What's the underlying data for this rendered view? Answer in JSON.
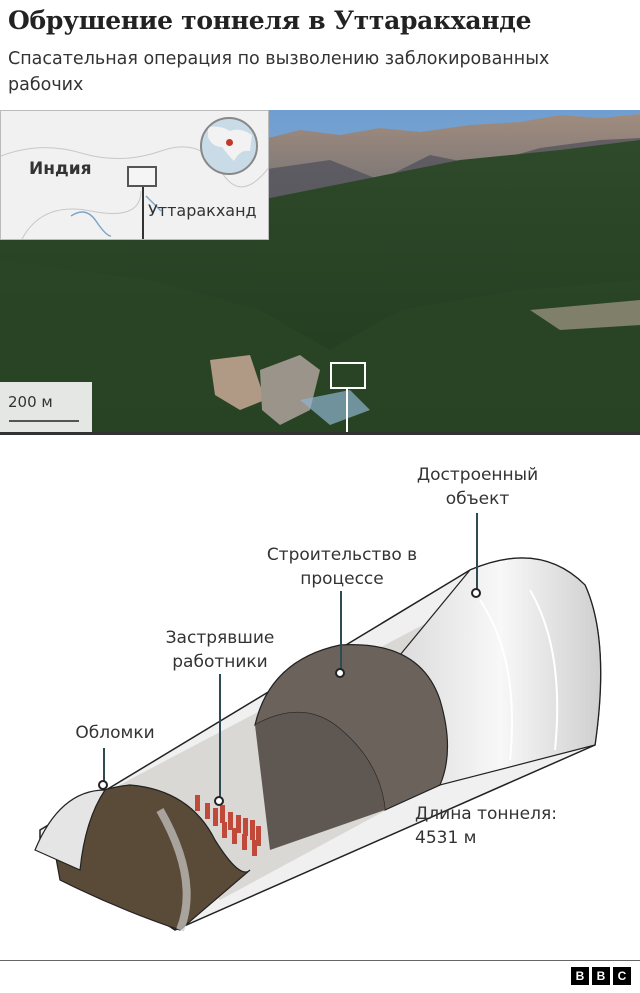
{
  "header": {
    "title": "Обрушение тоннеля в Уттаракханде",
    "subtitle": "Спасательная операция по вызволению заблокированных рабочих"
  },
  "map_inset": {
    "country_label": "Индия",
    "state_label": "Уттаракханд"
  },
  "photo": {
    "scale_label": "200 м"
  },
  "diagram": {
    "labels": {
      "completed": "Достроенный объект",
      "construction": "Строительство в процессе",
      "workers": "Застрявшие работники",
      "debris": "Обломки"
    },
    "length_label": "Длина тоннеля:",
    "length_value": "4531 м"
  },
  "footer": {
    "logo_letters": [
      "B",
      "B",
      "C"
    ]
  },
  "colors": {
    "debris": "#5a4a38",
    "concrete": "#6b625c",
    "tunnel_floor": "#d9d8d4",
    "workers": "#c0493a",
    "leader": "#2e4a52"
  }
}
